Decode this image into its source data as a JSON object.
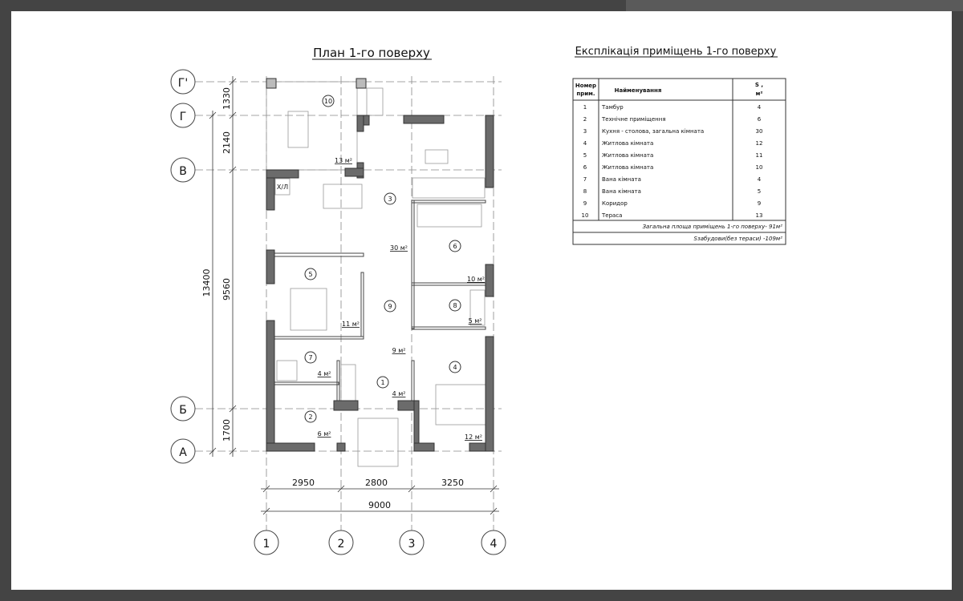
{
  "plan": {
    "title": "План 1-го поверху",
    "grid_rows": [
      "Г'",
      "Г",
      "В",
      "Б",
      "А"
    ],
    "grid_cols": [
      "1",
      "2",
      "3",
      "4"
    ],
    "dims_vertical": [
      "1330",
      "2140",
      "9560",
      "1700"
    ],
    "dim_total_vertical": "13400",
    "dims_horizontal": [
      "2950",
      "2800",
      "3250"
    ],
    "dim_total_horizontal": "9000",
    "fridge_label": "Х/Л",
    "rooms": [
      "10",
      "3",
      "6",
      "5",
      "9",
      "8",
      "7",
      "4",
      "1",
      "2"
    ],
    "areas": [
      "13 м²",
      "30 м²",
      "10 м²",
      "11 м²",
      "5 м²",
      "9 м²",
      "4 м²",
      "4 м²",
      "6 м²",
      "12 м²"
    ]
  },
  "explication": {
    "title": "Експлікація приміщень 1-го поверху",
    "headers": {
      "num_line1": "Номер",
      "num_line2": "прим.",
      "name": "Найменування",
      "area_line1": "S ,",
      "area_line2": "м²"
    },
    "rows": [
      {
        "num": "1",
        "name": "Тамбур",
        "area": "4"
      },
      {
        "num": "2",
        "name": "Технічне приміщення",
        "area": "6"
      },
      {
        "num": "3",
        "name": "Кухня - столова, загальна кімната",
        "area": "30"
      },
      {
        "num": "4",
        "name": "Житлова кімната",
        "area": "12"
      },
      {
        "num": "5",
        "name": "Житлова кімната",
        "area": "11"
      },
      {
        "num": "6",
        "name": "Житлова кімната",
        "area": "10"
      },
      {
        "num": "7",
        "name": "Вана кімната",
        "area": "4"
      },
      {
        "num": "8",
        "name": "Вана кімната",
        "area": "5"
      },
      {
        "num": "9",
        "name": "Коридор",
        "area": "9"
      },
      {
        "num": "10",
        "name": "Тераса",
        "area": "13"
      }
    ],
    "total": "Загальна площа приміщень 1-го поверху- 91м²",
    "built_area": "Sзабудови(без тераси)  -109м²"
  }
}
